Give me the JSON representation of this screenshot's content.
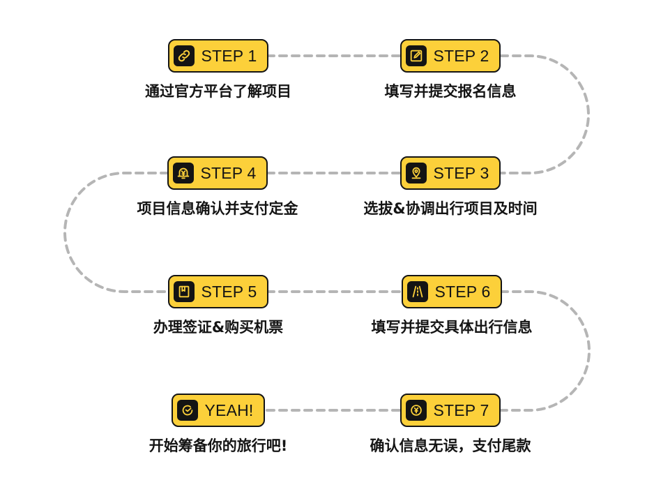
{
  "steps": [
    {
      "label": "STEP 1",
      "caption": "通过官方平台了解项目",
      "icon": "link-icon"
    },
    {
      "label": "STEP 2",
      "caption": "填写并提交报名信息",
      "icon": "edit-form-icon"
    },
    {
      "label": "STEP 3",
      "caption": "选拔&协调出行项目及时间",
      "icon": "location-pin-icon"
    },
    {
      "label": "STEP 4",
      "caption": "项目信息确认并支付定金",
      "icon": "yuan-bell-icon"
    },
    {
      "label": "STEP 5",
      "caption": "办理签证&购买机票",
      "icon": "passport-icon"
    },
    {
      "label": "STEP 6",
      "caption": "填写并提交具体出行信息",
      "icon": "road-icon"
    },
    {
      "label": "STEP 7",
      "caption": "确认信息无误，支付尾款",
      "icon": "yuan-coin-icon"
    },
    {
      "label": "YEAH!",
      "caption": "开始筹备你的旅行吧!",
      "icon": "smile-icon"
    }
  ],
  "colors": {
    "accent": "#fcd03a",
    "outline": "#141414",
    "connector": "#b5b5b5"
  }
}
